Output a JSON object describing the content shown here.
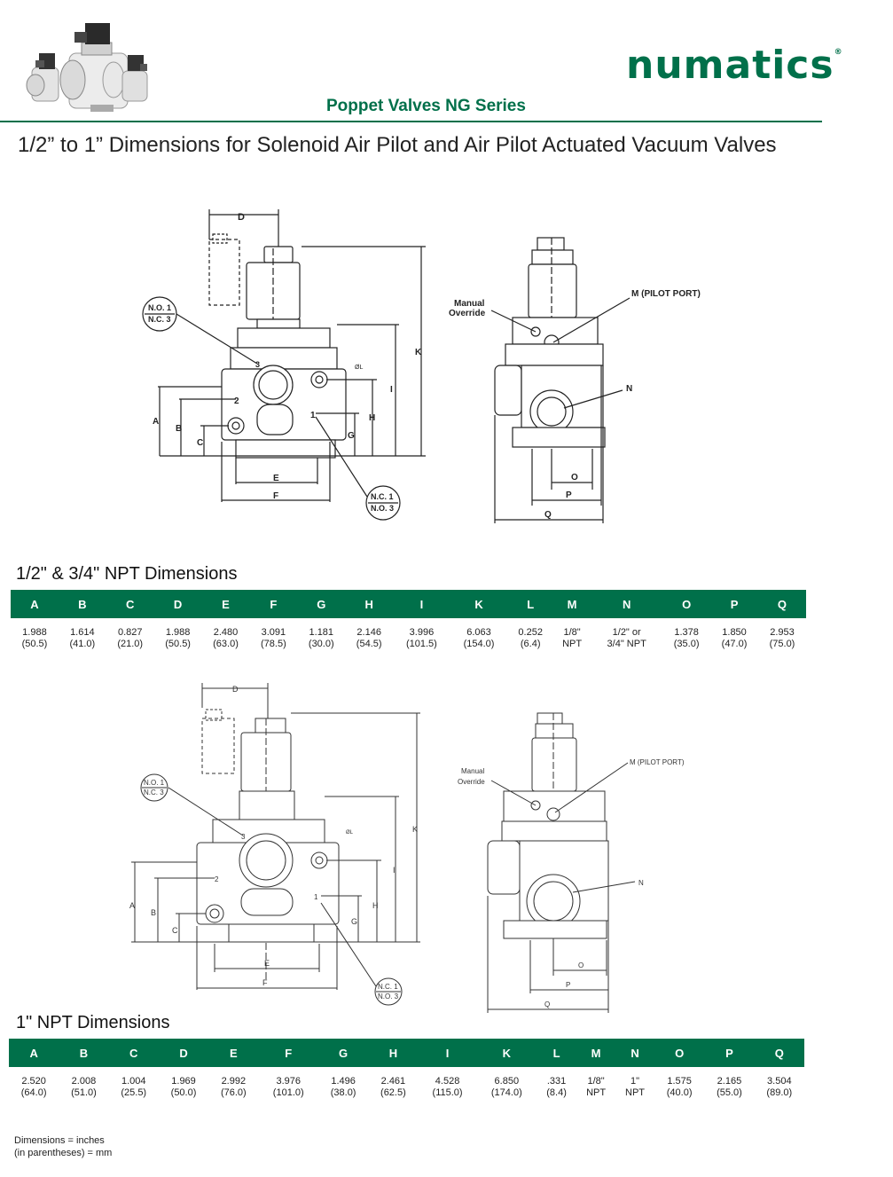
{
  "header": {
    "brand": "numatics",
    "series_title": "Poppet Valves NG Series",
    "page_title": "1/2” to 1” Dimensions for Solenoid Air Pilot and Air Pilot Actuated Vacuum Valves"
  },
  "diagram1": {
    "label_d": "D",
    "label_k": "K",
    "label_i": "I",
    "label_h": "H",
    "label_g": "G",
    "label_a": "A",
    "label_b": "B",
    "label_c": "C",
    "label_e": "E",
    "label_f": "F",
    "port_2": "2",
    "port_1": "1",
    "port_3": "3",
    "label_l": "ØL",
    "callout_top": [
      "N.O. 1",
      "N.C. 3"
    ],
    "callout_bottom": [
      "N.C. 1",
      "N.O. 3"
    ],
    "manual_override": [
      "Manual",
      "Override"
    ],
    "pilot_port": "M (PILOT PORT)",
    "label_n": "N",
    "label_o": "O",
    "label_p": "P",
    "label_q": "Q"
  },
  "section1": {
    "title": "1/2\" & 3/4\" NPT Dimensions",
    "headers": [
      "A",
      "B",
      "C",
      "D",
      "E",
      "F",
      "G",
      "H",
      "I",
      "K",
      "L",
      "M",
      "N",
      "O",
      "P",
      "Q"
    ],
    "row1": [
      "1.988",
      "1.614",
      "0.827",
      "1.988",
      "2.480",
      "3.091",
      "1.181",
      "2.146",
      "3.996",
      "6.063",
      "0.252",
      "1/8\"",
      "1/2\" or",
      "1.378",
      "1.850",
      "2.953"
    ],
    "row2": [
      "(50.5)",
      "(41.0)",
      "(21.0)",
      "(50.5)",
      "(63.0)",
      "(78.5)",
      "(30.0)",
      "(54.5)",
      "(101.5)",
      "(154.0)",
      "(6.4)",
      "NPT",
      "3/4\" NPT",
      "(35.0)",
      "(47.0)",
      "(75.0)"
    ]
  },
  "section2": {
    "title": "1\" NPT Dimensions",
    "headers": [
      "A",
      "B",
      "C",
      "D",
      "E",
      "F",
      "G",
      "H",
      "I",
      "K",
      "L",
      "M",
      "N",
      "O",
      "P",
      "Q"
    ],
    "row1": [
      "2.520",
      "2.008",
      "1.004",
      "1.969",
      "2.992",
      "3.976",
      "1.496",
      "2.461",
      "4.528",
      "6.850",
      ".331",
      "1/8\"",
      "1\"",
      "1.575",
      "2.165",
      "3.504"
    ],
    "row2": [
      "(64.0)",
      "(51.0)",
      "(25.5)",
      "(50.0)",
      "(76.0)",
      "(101.0)",
      "(38.0)",
      "(62.5)",
      "(115.0)",
      "(174.0)",
      "(8.4)",
      "NPT",
      "NPT",
      "(40.0)",
      "(55.0)",
      "(89.0)"
    ]
  },
  "footnote": [
    "Dimensions = inches",
    "(in parentheses) = mm"
  ],
  "colors": {
    "brand_green": "#00704a"
  }
}
